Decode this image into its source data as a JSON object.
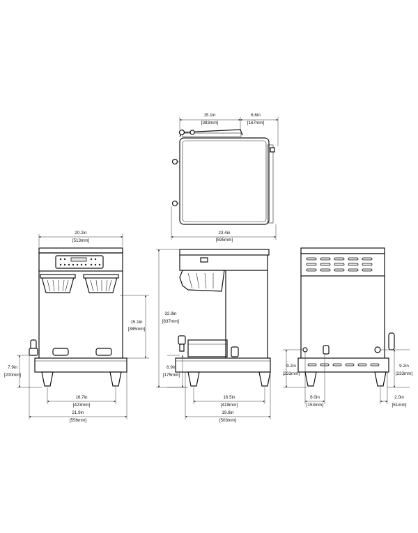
{
  "top_view": {
    "depth_a": {
      "inch": "15.1in",
      "mm": "[383mm]"
    },
    "depth_b": {
      "inch": "6.6in",
      "mm": "[167mm]"
    },
    "width": {
      "inch": "23.4in",
      "mm": "[595mm]"
    }
  },
  "front_view": {
    "top_width": {
      "inch": "20.2in",
      "mm": "[513mm]"
    },
    "clearance": {
      "inch": "15.1in",
      "mm": "[385mm]"
    },
    "faucet_height": {
      "inch": "7.9in",
      "mm": "[200mm]"
    },
    "legs_width": {
      "inch": "16.7in",
      "mm": "[423mm]"
    },
    "overall_width": {
      "inch": "21.9in",
      "mm": "[556mm]"
    }
  },
  "side_view": {
    "height": {
      "inch": "32.9in",
      "mm": "[837mm]"
    },
    "faucet_height": {
      "inch": "6.9in",
      "mm": "[175mm]"
    },
    "legs_depth": {
      "inch": "16.5in",
      "mm": "[419mm]"
    },
    "overall_depth": {
      "inch": "19.8in",
      "mm": "[503mm]"
    }
  },
  "rear_view": {
    "left_height": {
      "inch": "9.2in",
      "mm": "[233mm]"
    },
    "right_height": {
      "inch": "9.2in",
      "mm": "[233mm]"
    },
    "inlet_offset": {
      "inch": "6.0in",
      "mm": "[153mm]"
    },
    "right_offset": {
      "inch": "2.0in",
      "mm": "[51mm]"
    }
  }
}
